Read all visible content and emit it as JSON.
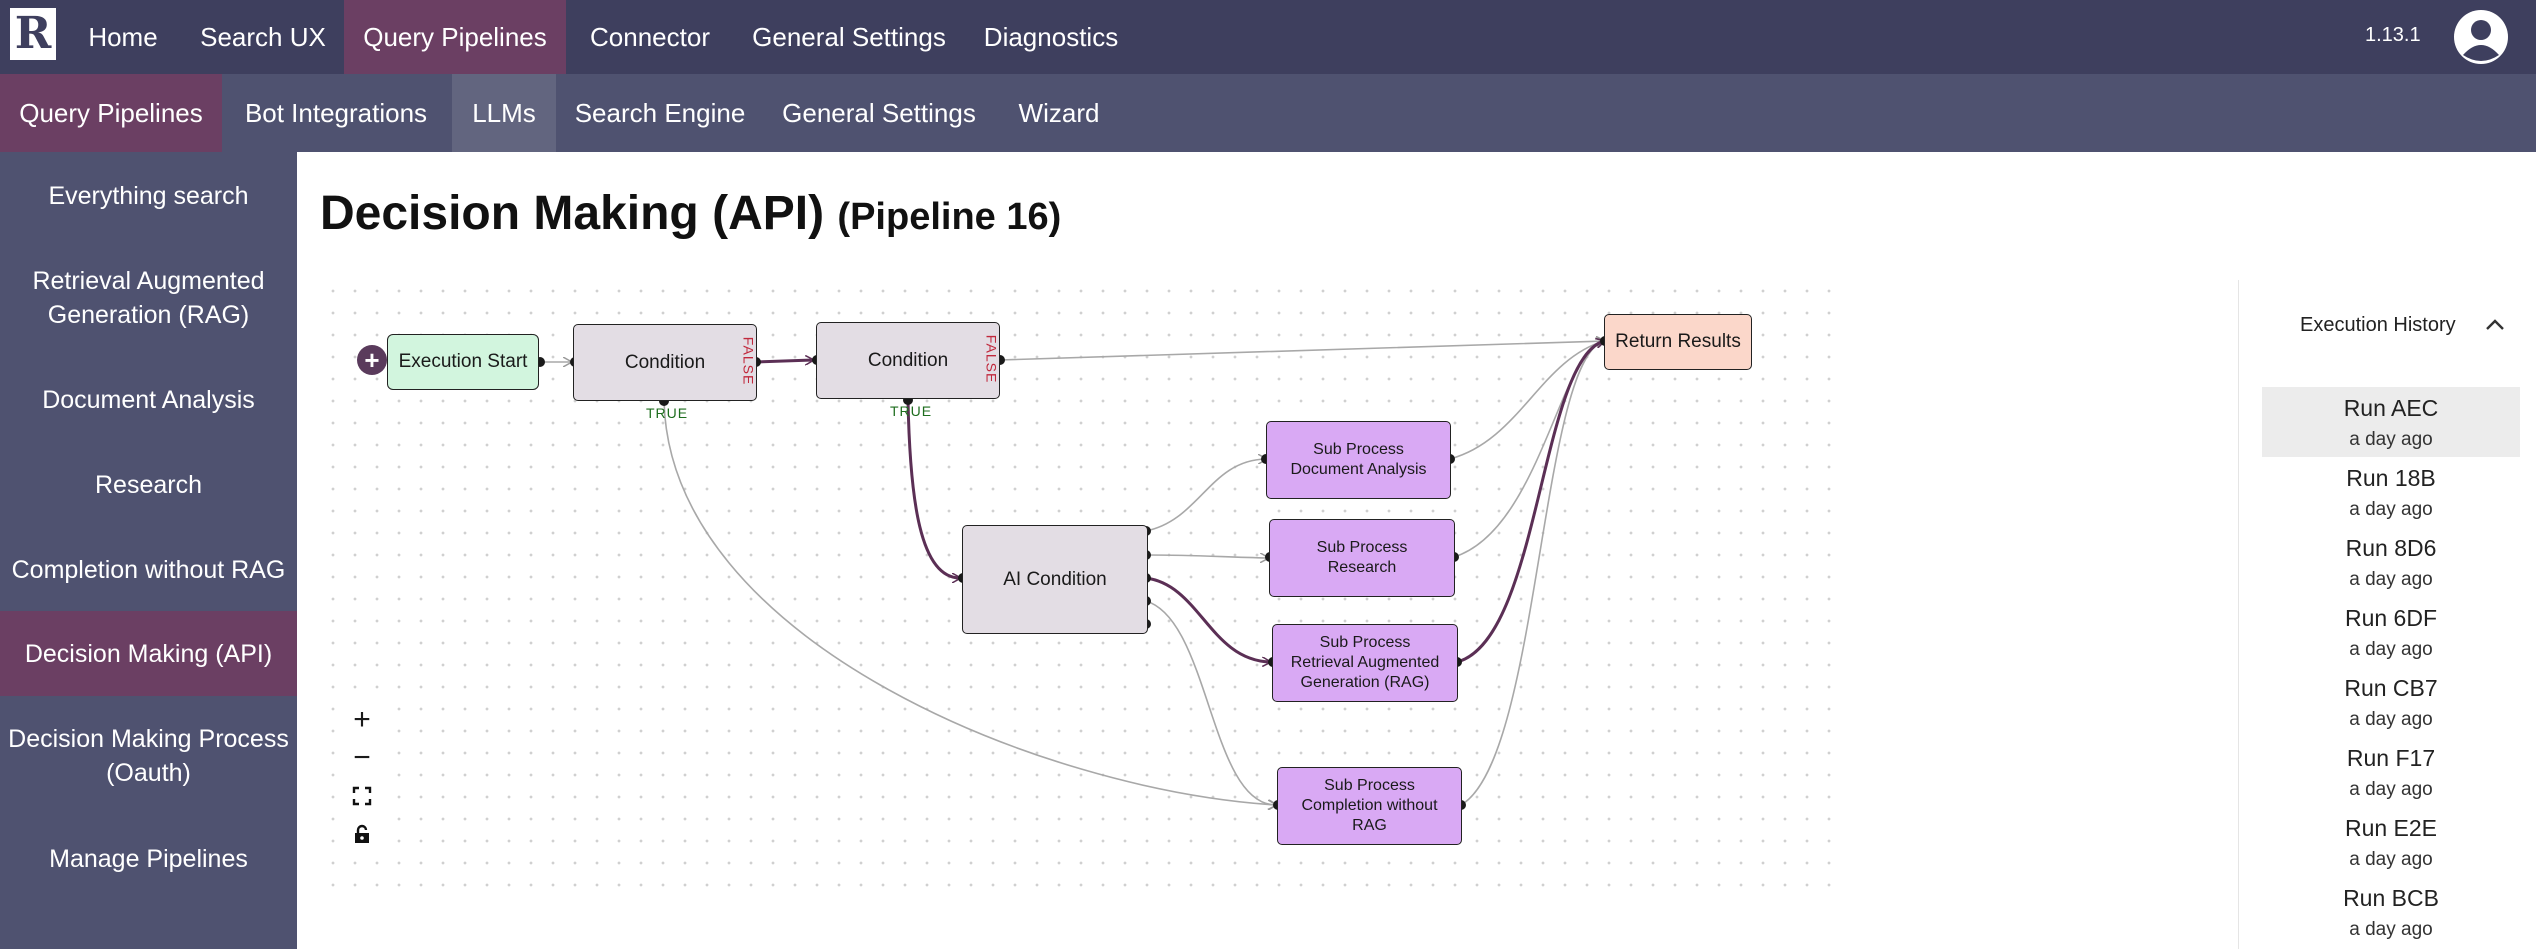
{
  "app": {
    "logo_letter": "R",
    "version": "1.13.1"
  },
  "top_nav": [
    "Home",
    "Search UX",
    "Query Pipelines",
    "Connector",
    "General Settings",
    "Diagnostics"
  ],
  "top_nav_active": "Query Pipelines",
  "sub_nav": [
    "Query Pipelines",
    "Bot Integrations",
    "LLMs",
    "Search Engine",
    "General Settings",
    "Wizard"
  ],
  "sub_nav_active": "Query Pipelines",
  "sidebar": [
    "Everything search",
    "Retrieval Augmented Generation (RAG)",
    "Document Analysis",
    "Research",
    "Completion without RAG",
    "Decision Making (API)",
    "Decision Making Process (Oauth)",
    "Manage Pipelines"
  ],
  "sidebar_active": "Decision Making (API)",
  "page": {
    "title": "Decision Making (API)",
    "subtitle": "(Pipeline 16)"
  },
  "pipeline": {
    "nodes": {
      "start": "Execution Start",
      "cond1": "Condition",
      "cond2": "Condition",
      "ai": "AI Condition",
      "ret": "Return Results",
      "sub_doc": "Sub Process\nDocument Analysis",
      "sub_res": "Sub Process\nResearch",
      "sub_rag": "Sub Process\nRetrieval Augmented\nGeneration (RAG)",
      "sub_comp": "Sub Process\nCompletion without\nRAG"
    },
    "false_label": "FALSE",
    "true_label": "TRUE"
  },
  "controls": {
    "zoom_in": "+",
    "zoom_out": "−"
  },
  "history": {
    "title": "Execution History",
    "runs": [
      {
        "name": "Run AEC",
        "time": "a day ago"
      },
      {
        "name": "Run 18B",
        "time": "a day ago"
      },
      {
        "name": "Run 8D6",
        "time": "a day ago"
      },
      {
        "name": "Run 6DF",
        "time": "a day ago"
      },
      {
        "name": "Run CB7",
        "time": "a day ago"
      },
      {
        "name": "Run F17",
        "time": "a day ago"
      },
      {
        "name": "Run E2E",
        "time": "a day ago"
      },
      {
        "name": "Run BCB",
        "time": "a day ago"
      }
    ]
  },
  "colors": {
    "topbar": "#3e3f5e",
    "subbar": "#4f5270",
    "active": "#6b3f63",
    "sub_process": "#d9a9f4",
    "return": "#fbd7ca",
    "start": "#d2f5de"
  }
}
